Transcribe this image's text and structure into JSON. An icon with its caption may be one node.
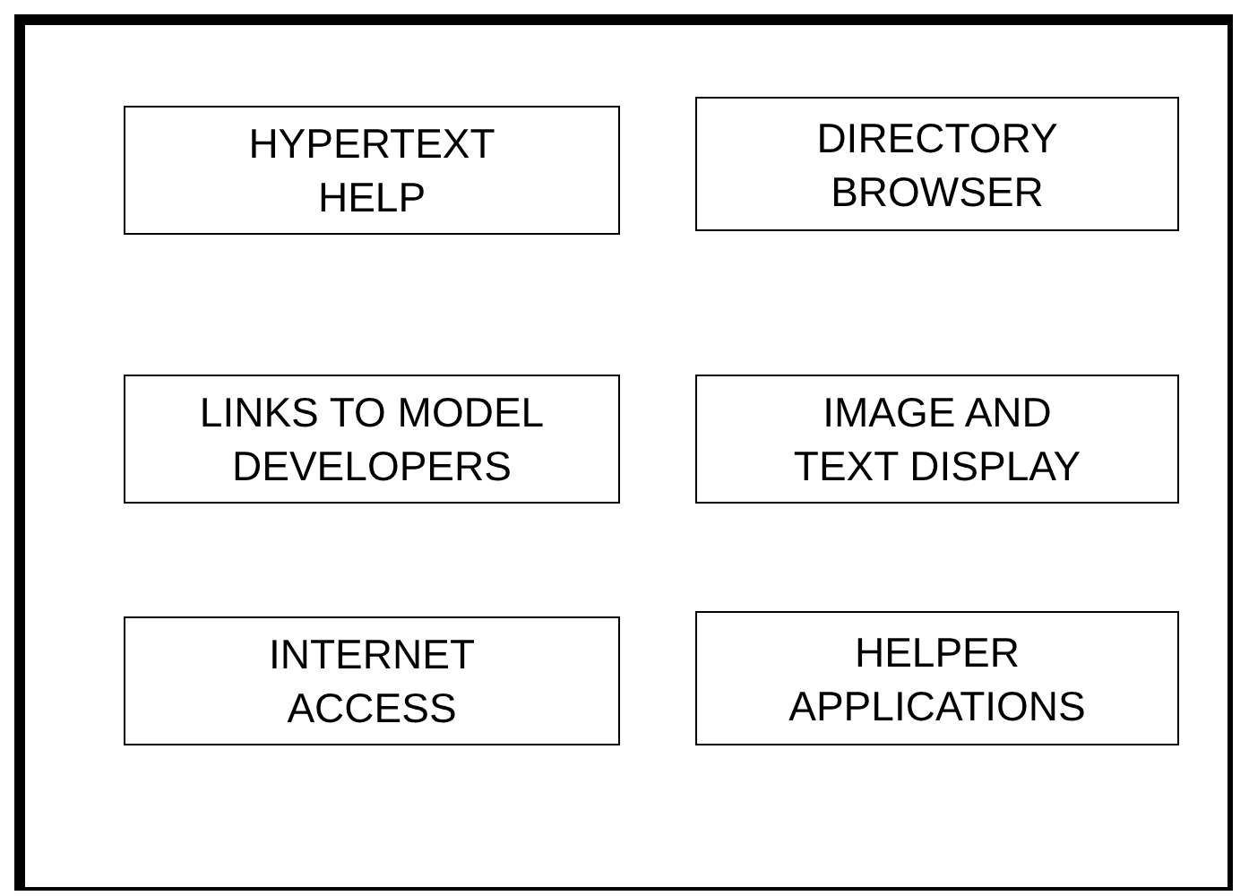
{
  "diagram": {
    "nodes": [
      {
        "text": [],
        "shape": "box"
      },
      {
        "text": [
          "HYPERTEXT HELP"
        ],
        "in": 0
      },
      {
        "text": [
          "DIRECTORY BROWSER"
        ],
        "in": 0
      },
      {
        "text": [
          "LINKS TO MODEL DEVELOPERS"
        ],
        "in": 0
      },
      {
        "text": [
          "IMAGE AND TEXT DISPLAY"
        ],
        "in": 0
      },
      {
        "text": [
          "INTERNET ACCESS"
        ],
        "in": 0
      },
      {
        "text": [
          "HELPER APPLICATIONS"
        ],
        "in": 0
      }
    ]
  }
}
